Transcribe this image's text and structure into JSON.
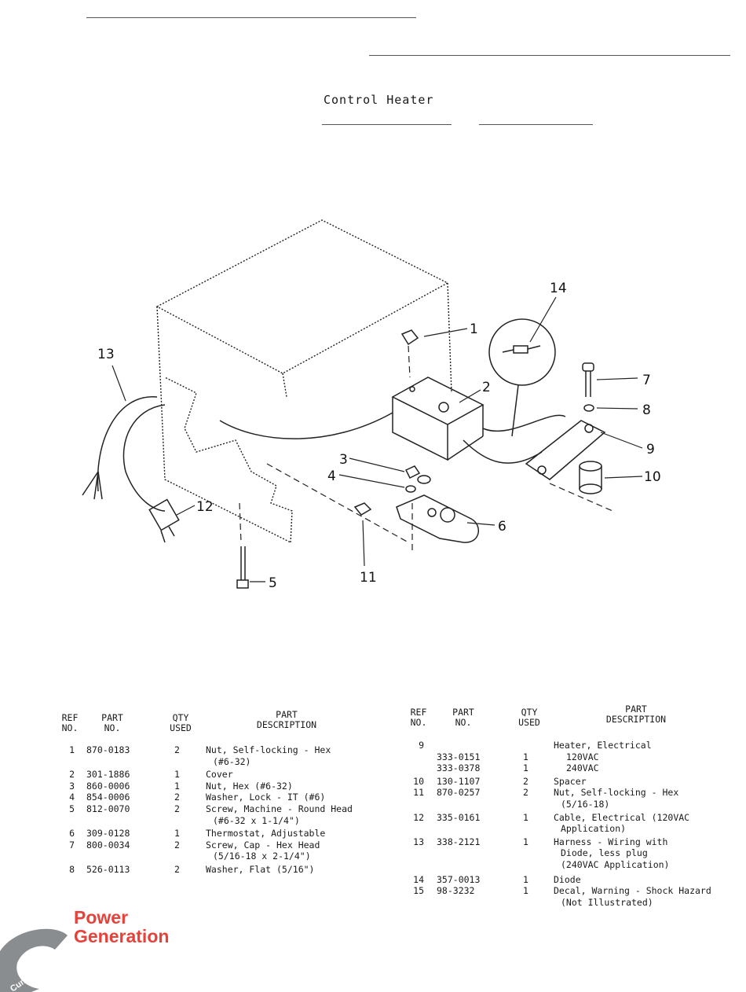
{
  "title": "Control Heater",
  "callouts": [
    "1",
    "2",
    "3",
    "4",
    "5",
    "6",
    "7",
    "8",
    "9",
    "10",
    "11",
    "12",
    "13",
    "14"
  ],
  "table_headers": {
    "ref": "REF\nNO.",
    "part": "PART\nNO.",
    "qty": "QTY\nUSED",
    "desc": "PART\nDESCRIPTION"
  },
  "left_rows": [
    {
      "ref": "1",
      "part": "870-0183",
      "qty": "2",
      "desc": [
        "Nut, Self-locking - Hex",
        "(#6-32)"
      ]
    },
    {
      "ref": "2",
      "part": "301-1886",
      "qty": "1",
      "desc": [
        "Cover"
      ]
    },
    {
      "ref": "3",
      "part": "860-0006",
      "qty": "1",
      "desc": [
        "Nut, Hex (#6-32)"
      ]
    },
    {
      "ref": "4",
      "part": "854-0006",
      "qty": "2",
      "desc": [
        "Washer, Lock - IT (#6)"
      ]
    },
    {
      "ref": "5",
      "part": "812-0070",
      "qty": "2",
      "desc": [
        "Screw, Machine - Round Head",
        "(#6-32 x 1-1/4\")"
      ]
    },
    {
      "ref": "6",
      "part": "309-0128",
      "qty": "1",
      "desc": [
        "Thermostat, Adjustable"
      ]
    },
    {
      "ref": "7",
      "part": "800-0034",
      "qty": "2",
      "desc": [
        "Screw, Cap - Hex Head",
        "(5/16-18 x 2-1/4\")"
      ]
    },
    {
      "ref": "8",
      "part": "526-0113",
      "qty": "2",
      "desc": [
        "Washer, Flat (5/16\")"
      ]
    }
  ],
  "right_rows": [
    {
      "ref": "9",
      "part": "",
      "qty": "",
      "desc": [
        "Heater, Electrical"
      ]
    },
    {
      "ref": "",
      "part": "333-0151",
      "qty": "1",
      "desc": [
        "120VAC"
      ]
    },
    {
      "ref": "",
      "part": "333-0378",
      "qty": "1",
      "desc": [
        "240VAC"
      ]
    },
    {
      "ref": "10",
      "part": "130-1107",
      "qty": "2",
      "desc": [
        "Spacer"
      ]
    },
    {
      "ref": "11",
      "part": "870-0257",
      "qty": "2",
      "desc": [
        "Nut, Self-locking - Hex",
        "(5/16-18)"
      ]
    },
    {
      "ref": "12",
      "part": "335-0161",
      "qty": "1",
      "desc": [
        "Cable, Electrical (120VAC",
        "Application)"
      ]
    },
    {
      "ref": "13",
      "part": "338-2121",
      "qty": "1",
      "desc": [
        "Harness - Wiring with",
        "Diode, less plug",
        "(240VAC Application)"
      ]
    },
    {
      "ref": "14",
      "part": "357-0013",
      "qty": "1",
      "desc": [
        "Diode"
      ]
    },
    {
      "ref": "15",
      "part": "98-3232",
      "qty": "1",
      "desc": [
        "Decal, Warning - Shock Hazard",
        "(Not Illustrated)"
      ]
    }
  ],
  "logo": {
    "brand": "Cummins",
    "line1": "Power",
    "line2": "Generation",
    "color": "#e8413a",
    "badge_color": "#8a8d90"
  }
}
